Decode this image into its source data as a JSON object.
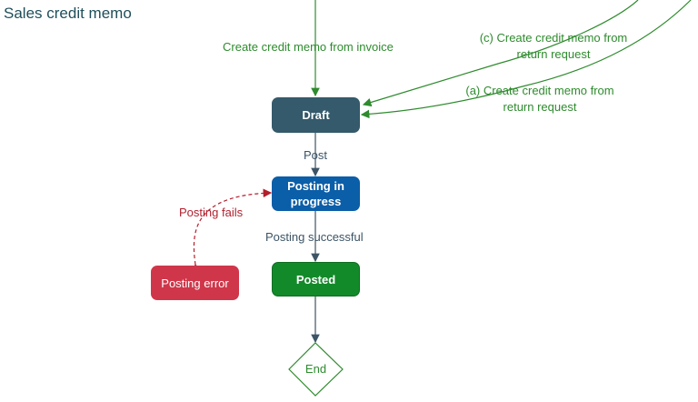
{
  "title": "Sales credit memo",
  "nodes": {
    "draft": "Draft",
    "posting_in_progress": "Posting in progress",
    "posted": "Posted",
    "posting_error": "Posting error",
    "end": "End"
  },
  "edges": {
    "from_invoice": "Create credit memo from invoice",
    "from_return_c": "(c) Create credit memo from return request",
    "from_return_a": "(a) Create credit memo from return request",
    "post": "Post",
    "posting_successful": "Posting successful",
    "posting_fails": "Posting fails"
  },
  "colors": {
    "draft": "#345a6b",
    "posting_in_progress": "#0b5ea8",
    "posted": "#138a2a",
    "posting_error": "#d0364a",
    "green_text": "#2e8b2e",
    "slate_text": "#3d5466",
    "red_text": "#b21f2d"
  }
}
